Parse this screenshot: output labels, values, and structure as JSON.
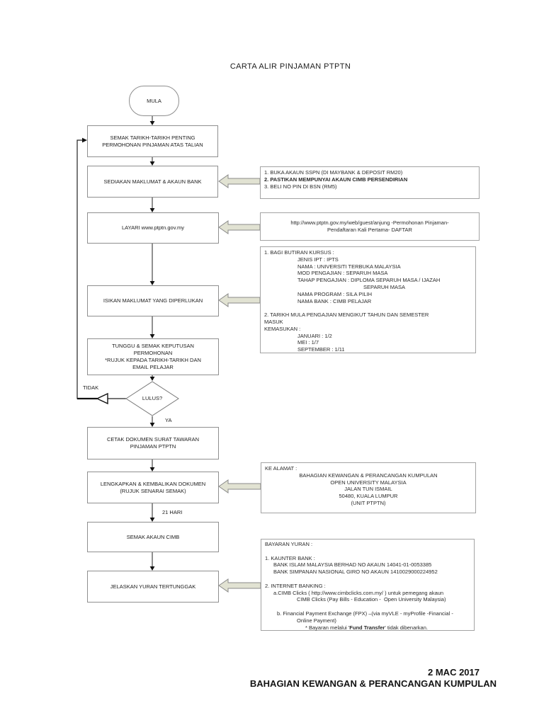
{
  "title": "CARTA ALIR PINJAMAN PTPTN",
  "flow": {
    "start": "MULA",
    "boxes": [
      {
        "lines": [
          "SEMAK TARIKH-TARIKH PENTING",
          "PERMOHONAN PINJAMAN ATAS TALIAN"
        ]
      },
      {
        "lines": [
          "SEDIAKAN MAKLUMAT & AKAUN BANK"
        ]
      },
      {
        "lines": [
          "LAYARI www.ptptn.gov.my"
        ]
      },
      {
        "lines": [
          "ISIKAN MAKLUMAT YANG DIPERLUKAN"
        ]
      },
      {
        "lines": [
          "TUNGGU & SEMAK KEPUTUSAN",
          "PERMOHONAN",
          "*RUJUK KEPADA TARIKH-TARIKH DAN",
          "EMAIL PELAJAR"
        ]
      },
      {
        "lines": [
          "CETAK DOKUMEN SURAT TAWARAN",
          "PINJAMAN PTPTN"
        ]
      },
      {
        "lines": [
          "LENGKAPKAN & KEMBALIKAN DOKUMEN",
          "(RUJUK SENARAI SEMAK)"
        ]
      },
      {
        "lines": [
          "SEMAK AKAUN CIMB"
        ]
      },
      {
        "lines": [
          "JELASKAN YURAN TERTUNGGAK"
        ]
      }
    ],
    "decision": {
      "label": "LULUS?",
      "yes": "YA",
      "no": "TIDAK"
    },
    "wait_label": "21 HARI"
  },
  "notes": {
    "prep": {
      "lines": [
        "1. BUKA AKAUN SSPN (DI MAYBANK & DEPOSIT RM20)",
        "2. PASTIKAN MEMPUNYAI AKAUN CIMB PERSENDIRIAN",
        "3. BELI NO PIN DI BSN (RM5)"
      ]
    },
    "portal": {
      "lines": [
        "http://www.ptptn.gov.my/web/guest/anjung -Permohonan Pinjaman-",
        "Pendaftaran Kali Pertama- DAFTAR"
      ]
    },
    "course": {
      "lines": [
        "1. BAGI BUTIRAN KURSUS :",
        "JENIS IPT : IPTS",
        "NAMA : UNIVERSITI TERBUKA MALAYSIA",
        "MOD PENGAJIAN : SEPARUH MASA",
        "TAHAP PENGAJIAN : DIPLOMA SEPARUH MASA / IJAZAH",
        "SEPARUH MASA",
        "NAMA PROGRAM : SILA PILIH",
        "NAMA BANK : CIMB PELAJAR",
        "",
        "2. TARIKH MULA PENGAJIAN MENGIKUT TAHUN DAN SEMESTER",
        "MASUK",
        "KEMASUKAN :",
        "JANUARI : 1/2",
        "MEI : 1/7",
        "SEPTEMBER : 1/11"
      ]
    },
    "address": {
      "heading": "KE ALAMAT :",
      "lines": [
        "BAHAGIAN KEWANGAN & PERANCANGAN KUMPULAN",
        "OPEN UNIVERSITY MALAYSIA",
        "JALAN TUN ISMAIL",
        "50480, KUALA LUMPUR",
        "(UNIT PTPTN)"
      ]
    },
    "payment": {
      "lines": [
        "BAYARAN YURAN :",
        "",
        "1. KAUNTER BANK :",
        "BANK ISLAM MALAYSIA BERHAD NO AKAUN 14041-01-0053385",
        "BANK SIMPANAN NASIONAL GIRO NO AKAUN 1410029000224952",
        "",
        "2. INTERNET BANKING :",
        "a.CIMB Clicks ( http://www.cimbclicks.com.my/ ) untuk pemegang akaun",
        "CIMB Clicks (Pay Bills - Education -  Open University Malaysia)",
        "",
        "b. Financial Payment Exchange (FPX) –(via myVLE - myProfile -Financial -",
        "Online Payment)"
      ],
      "last": {
        "prefix": "* Bayaran melalui '",
        "bold": "Fund Transfer",
        "suffix": "' tidak dibenarkan."
      }
    }
  },
  "footer": {
    "date": "2 MAC 2017",
    "department": "BAHAGIAN KEWANGAN & PERANCANGAN KUMPULAN"
  }
}
